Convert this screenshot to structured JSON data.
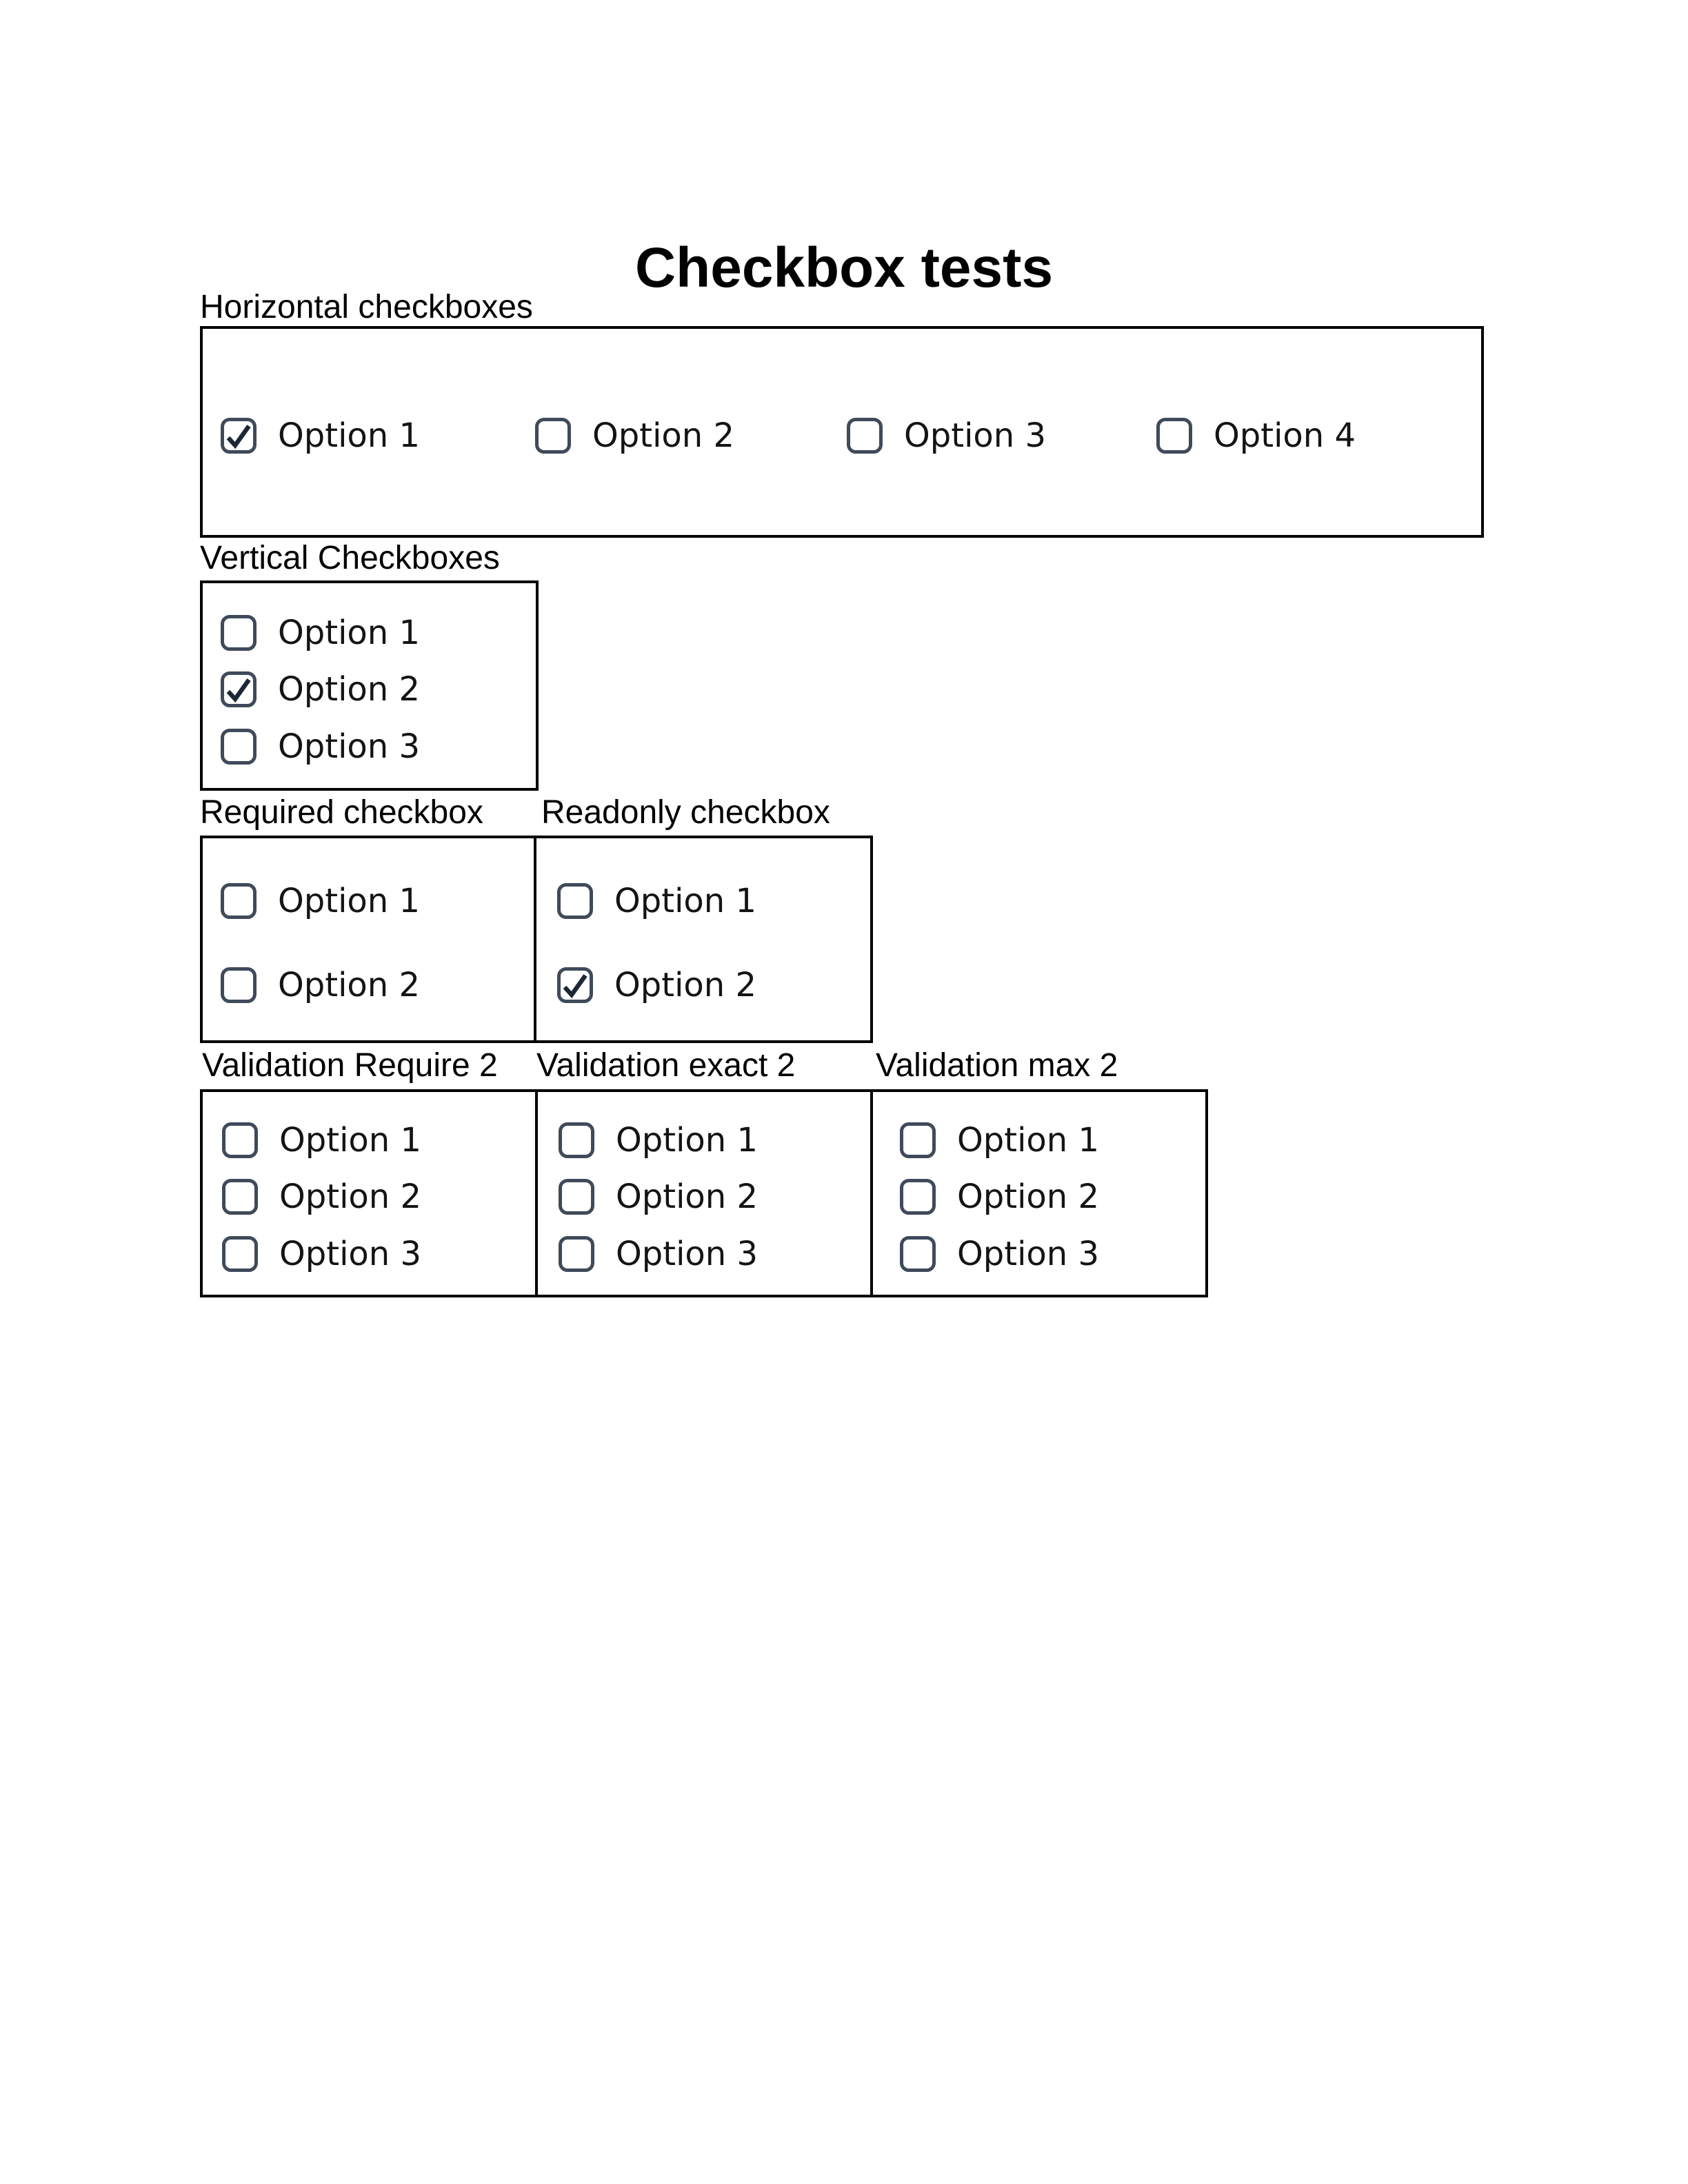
{
  "page": {
    "title": "Checkbox tests",
    "background": "#ffffff"
  },
  "colors": {
    "box_border": "#000000",
    "checkbox_border": "#3f4a5a",
    "checkbox_tick": "#1c2736",
    "label_text": "#000000",
    "option_text": "#141414"
  },
  "groups": [
    {
      "label": "Horizontal checkboxes",
      "layout": "horizontal",
      "options": [
        {
          "label": "Option 1",
          "checked": true
        },
        {
          "label": "Option 2",
          "checked": false
        },
        {
          "label": "Option 3",
          "checked": false
        },
        {
          "label": "Option 4",
          "checked": false
        }
      ]
    },
    {
      "label": "Vertical Checkboxes",
      "layout": "vertical",
      "options": [
        {
          "label": "Option 1",
          "checked": false
        },
        {
          "label": "Option 2",
          "checked": true
        },
        {
          "label": "Option 3",
          "checked": false
        }
      ]
    },
    {
      "label": "Required checkbox",
      "layout": "vertical",
      "options": [
        {
          "label": "Option 1",
          "checked": false
        },
        {
          "label": "Option 2",
          "checked": false
        }
      ]
    },
    {
      "label": "Readonly checkbox",
      "layout": "vertical",
      "options": [
        {
          "label": "Option 1",
          "checked": false
        },
        {
          "label": "Option 2",
          "checked": true
        }
      ]
    },
    {
      "label": "Validation Require 2",
      "layout": "vertical",
      "options": [
        {
          "label": "Option 1",
          "checked": false
        },
        {
          "label": "Option 2",
          "checked": false
        },
        {
          "label": "Option 3",
          "checked": false
        }
      ]
    },
    {
      "label": "Validation exact 2",
      "layout": "vertical",
      "options": [
        {
          "label": "Option 1",
          "checked": false
        },
        {
          "label": "Option 2",
          "checked": false
        },
        {
          "label": "Option 3",
          "checked": false
        }
      ]
    },
    {
      "label": "Validation max 2",
      "layout": "vertical",
      "options": [
        {
          "label": "Option 1",
          "checked": false
        },
        {
          "label": "Option 2",
          "checked": false
        },
        {
          "label": "Option 3",
          "checked": false
        }
      ]
    }
  ]
}
